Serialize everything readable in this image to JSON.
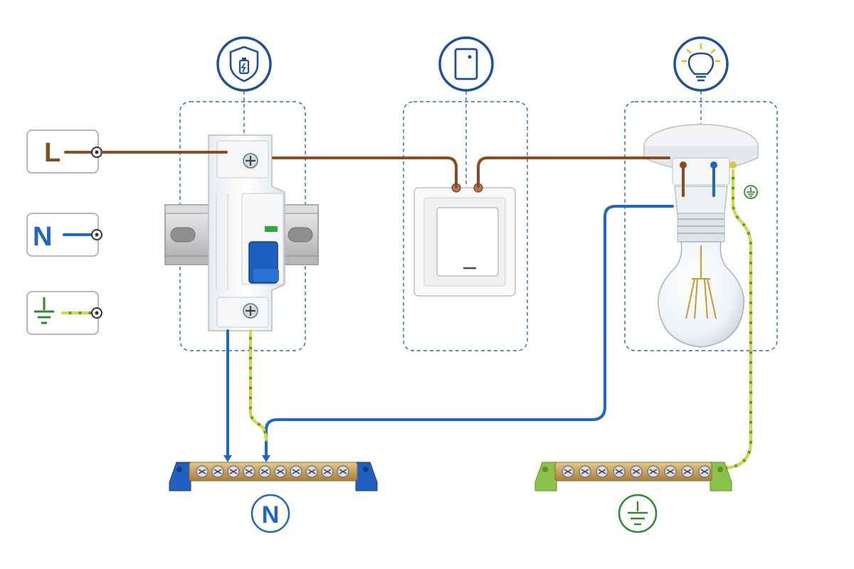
{
  "inputs": {
    "line": "L",
    "neutral": "N",
    "earth_symbol": "protective-earth"
  },
  "bottom": {
    "neutral_label": "N",
    "earth_symbol": "protective-earth"
  },
  "components": [
    "circuit-breaker",
    "light-switch",
    "lamp-holder-with-bulb"
  ],
  "icons": [
    "shield-battery-icon",
    "switch-icon",
    "lightbulb-icon"
  ],
  "colors": {
    "line_wire": "#8a4a22",
    "neutral_wire": "#1f66c6",
    "earth_green": "#39a33b",
    "earth_yellow": "#e1d53a",
    "accent_blue": "#2a64c6",
    "earth_bar_green": "#8bc34a"
  }
}
